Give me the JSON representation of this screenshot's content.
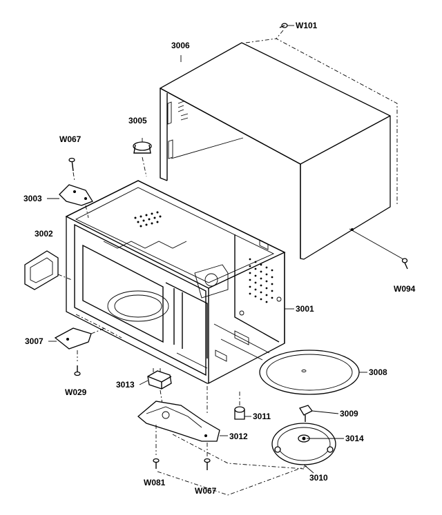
{
  "labels": {
    "w101": "W101",
    "p3006": "3006",
    "p3005": "3005",
    "w067_top": "W067",
    "p3003": "3003",
    "p3002": "3002",
    "p3001": "3001",
    "w094": "W094",
    "p3007": "3007",
    "w029": "W029",
    "p3013": "3013",
    "p3008": "3008",
    "p3011": "3011",
    "p3009": "3009",
    "p3012": "3012",
    "p3014": "3014",
    "p3010": "3010",
    "w081": "W081",
    "w067_bottom": "W067"
  }
}
